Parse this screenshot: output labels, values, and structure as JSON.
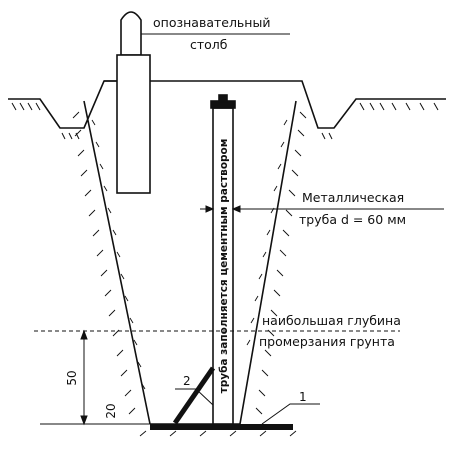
{
  "labels": {
    "post_line1": "опознавательный",
    "post_line2": "столб",
    "pipe_line1": "Металлическая",
    "pipe_line2": "труба d = 60 мм",
    "frost_line1": "наибольшая глубина",
    "frost_line2": "промерзания грунта",
    "pipe_fill": "труба заполняется цементным раствором",
    "dim_50": "50",
    "dim_20": "20",
    "callout_1": "1",
    "callout_2": "2"
  }
}
